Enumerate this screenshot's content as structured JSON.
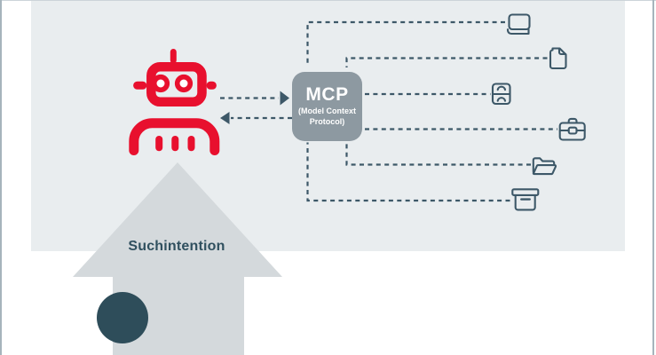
{
  "mcp": {
    "title": "MCP",
    "subtitle": "(Model Context Protocol)"
  },
  "flow": {
    "label": "Suchintention"
  },
  "agent": {
    "icon": "robot-icon"
  },
  "sources": [
    {
      "icon": "book-icon"
    },
    {
      "icon": "document-icon"
    },
    {
      "icon": "drawer-cabinet-icon"
    },
    {
      "icon": "briefcase-icon"
    },
    {
      "icon": "folder-open-icon"
    },
    {
      "icon": "archive-box-icon"
    }
  ],
  "connections": [
    "robot to mcp (dashed arrow right)",
    "mcp to robot (dashed arrow left)",
    "mcp to book (dashed)",
    "mcp to document (dashed)",
    "mcp to drawer-cabinet (dashed)",
    "mcp to briefcase (dashed)",
    "mcp to folder-open (dashed)",
    "mcp to archive-box (dashed)"
  ],
  "colors": {
    "c-red": "#e8102e",
    "c-slate": "#3d5868",
    "c-panel": "#e9edef",
    "c-box": "#8d99a1",
    "c-arrow": "#d4d9dc",
    "c-dot": "#2e4d5a",
    "c-text": "#30505f",
    "c-edge": "#a6b4bc"
  }
}
